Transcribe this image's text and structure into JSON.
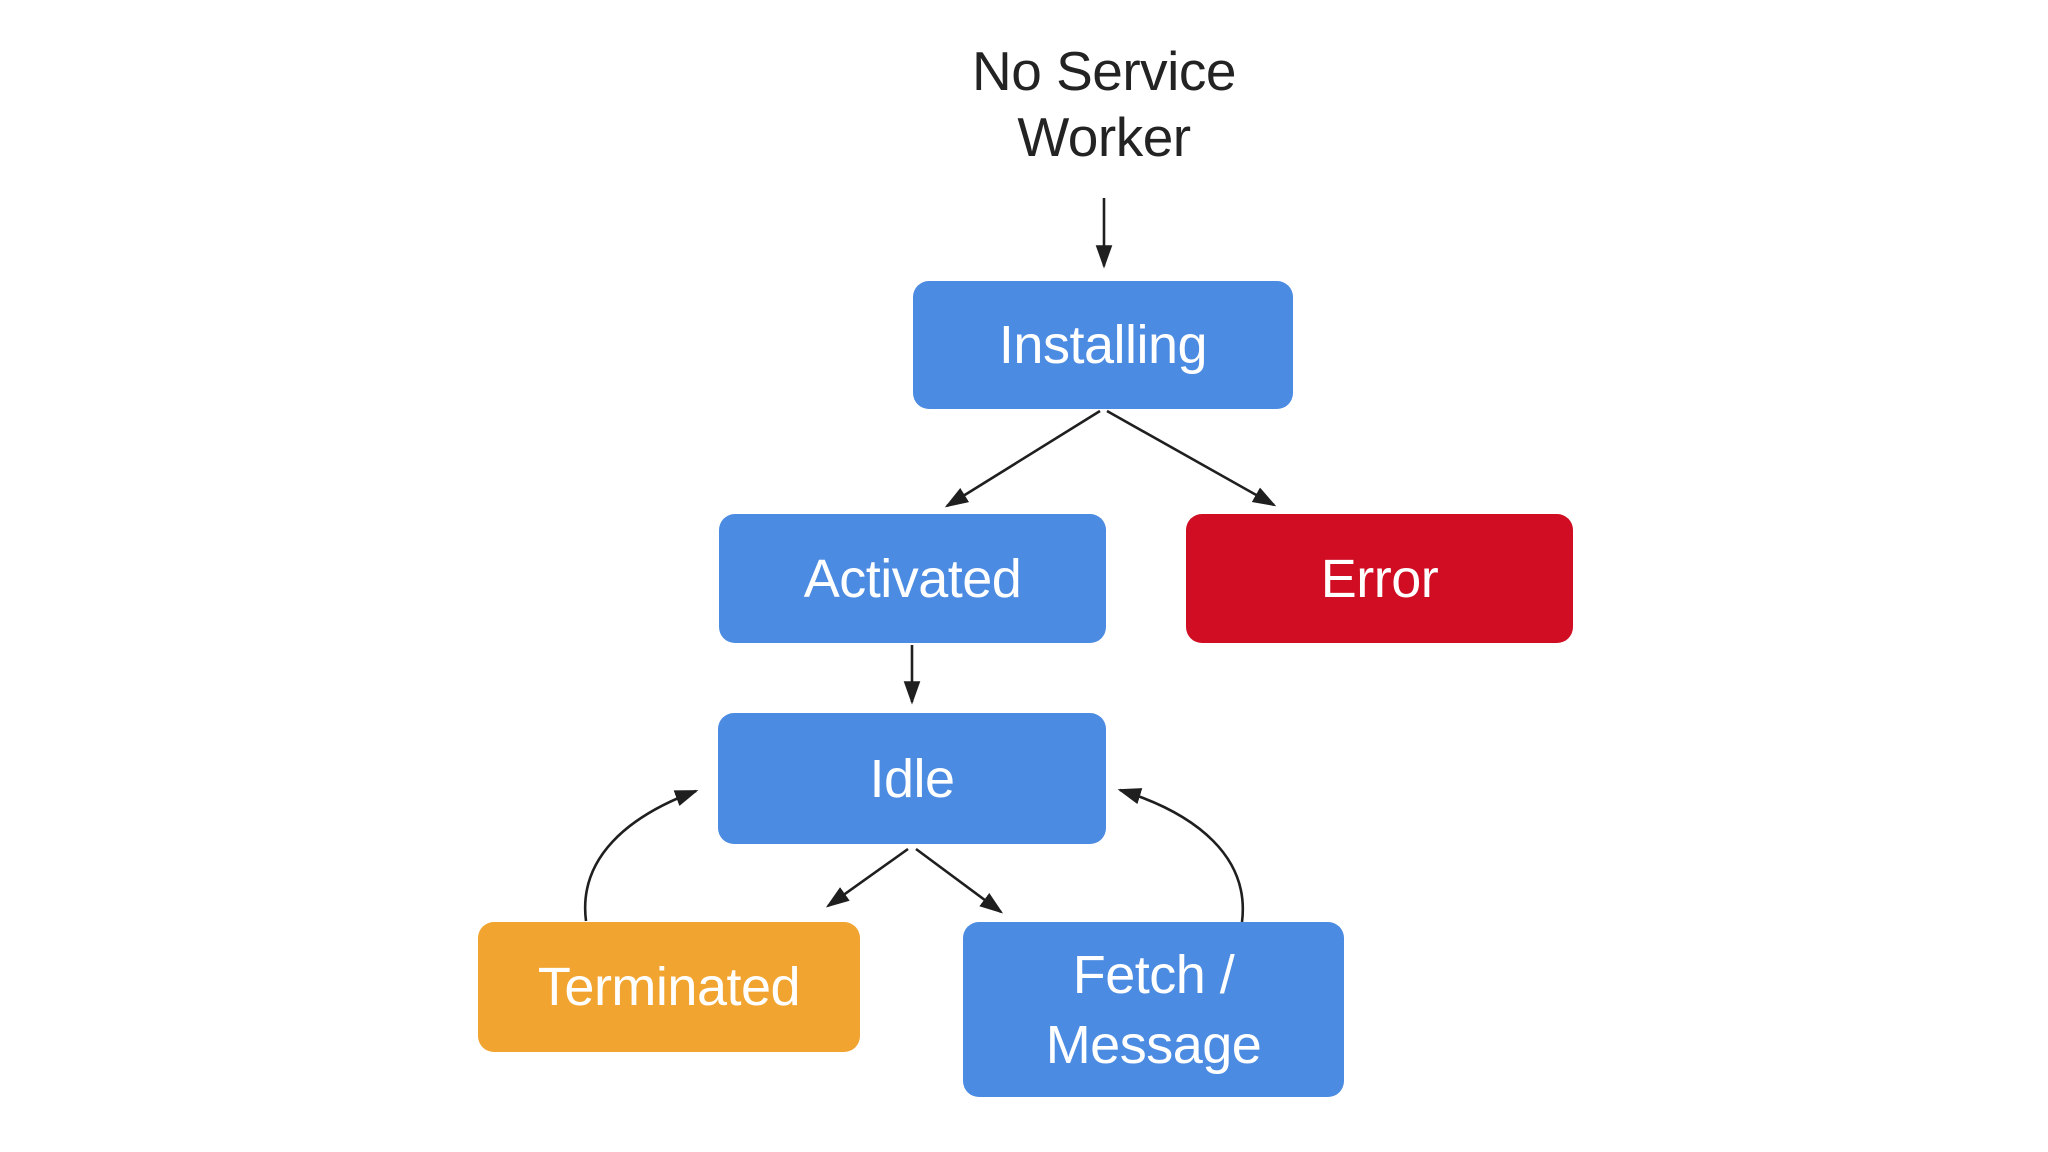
{
  "diagram": {
    "title": {
      "line1": "No Service",
      "line2": "Worker"
    },
    "nodes": {
      "installing": {
        "label": "Installing",
        "color": "#4B8BE2"
      },
      "activated": {
        "label": "Activated",
        "color": "#4B8BE2"
      },
      "error": {
        "label": "Error",
        "color": "#D00D22"
      },
      "idle": {
        "label": "Idle",
        "color": "#4B8BE2"
      },
      "terminated": {
        "label": "Terminated",
        "color": "#F1A42F"
      },
      "fetch_message": {
        "line1": "Fetch /",
        "line2": "Message",
        "label": "Fetch / Message",
        "color": "#4B8BE2"
      }
    },
    "edges": [
      {
        "from": "No Service Worker",
        "to": "Installing",
        "type": "straight-arrow"
      },
      {
        "from": "Installing",
        "to": "Activated",
        "type": "straight-arrow"
      },
      {
        "from": "Installing",
        "to": "Error",
        "type": "straight-arrow"
      },
      {
        "from": "Activated",
        "to": "Idle",
        "type": "straight-arrow"
      },
      {
        "from": "Idle",
        "to": "Terminated",
        "type": "straight-arrow"
      },
      {
        "from": "Idle",
        "to": "Fetch / Message",
        "type": "straight-arrow"
      },
      {
        "from": "Terminated",
        "to": "Idle",
        "type": "curved-arrow"
      },
      {
        "from": "Fetch / Message",
        "to": "Idle",
        "type": "curved-arrow"
      }
    ],
    "colors": {
      "blue": "#4B8BE2",
      "red": "#D00D22",
      "orange": "#F1A42F",
      "node_text": "#FFFFFF",
      "title_text": "#232323",
      "arrow": "#1F1F1F",
      "background": "#FFFFFF"
    }
  }
}
